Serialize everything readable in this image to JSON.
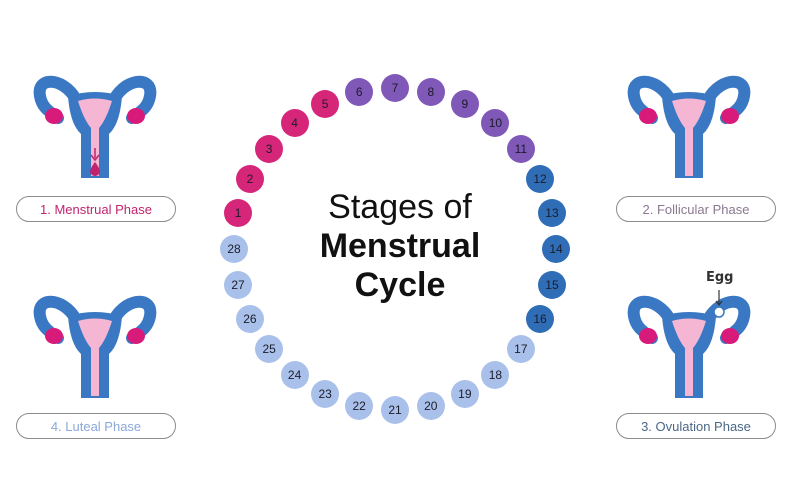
{
  "title": {
    "line1": "Stages of",
    "line2": "Menstrual",
    "line3": "Cycle"
  },
  "days": [
    1,
    2,
    3,
    4,
    5,
    6,
    7,
    8,
    9,
    10,
    11,
    12,
    13,
    14,
    15,
    16,
    17,
    18,
    19,
    20,
    21,
    22,
    23,
    24,
    25,
    26,
    27,
    28
  ],
  "phase_colors": {
    "menstrual": "#d6267a",
    "follicular": "#7f58b8",
    "ovulation": "#2f6db7",
    "luteal": "#a9c1ea"
  },
  "phases": {
    "menstrual": {
      "label": "1. Menstrual Phase",
      "color": "#c0246e"
    },
    "follicular": {
      "label": "2. Follicular Phase",
      "color": "#8a7890"
    },
    "ovulation": {
      "label": "3. Ovulation Phase",
      "color": "#4a6786"
    },
    "luteal": {
      "label": "4. Luteal Phase",
      "color": "#8aa8d8"
    }
  },
  "egg_label": "Egg"
}
